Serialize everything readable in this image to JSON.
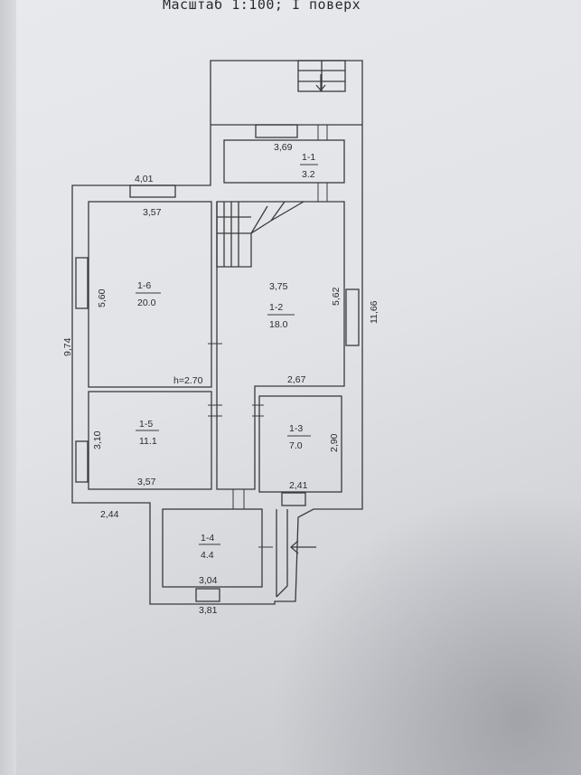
{
  "title": "Масштаб 1:100; I поверх",
  "rooms": {
    "r11": {
      "id": "1-1",
      "area": "3.2",
      "dim": "3,69"
    },
    "r12": {
      "id": "1-2",
      "area": "18.0",
      "dim": "3,75"
    },
    "r13": {
      "id": "1-3",
      "area": "7.0",
      "dim_w": "2,41",
      "dim_h": "2,90"
    },
    "r14": {
      "id": "1-4",
      "area": "4.4",
      "dim_inner": "3,04",
      "dim_outer": "3,81"
    },
    "r15": {
      "id": "1-5",
      "area": "11.1",
      "dim_w": "3,57",
      "dim_h": "3,10"
    },
    "r16": {
      "id": "1-6",
      "area": "20.0",
      "dim_w": "3,57",
      "dim_h": "5,60",
      "height": "h=2.70"
    }
  },
  "dims": {
    "top_width": "4,01",
    "left_height": "9,74",
    "right_height": "11,66",
    "hall_width": "2,67",
    "hall_side": "5,62",
    "bottom_left": "2,44"
  }
}
